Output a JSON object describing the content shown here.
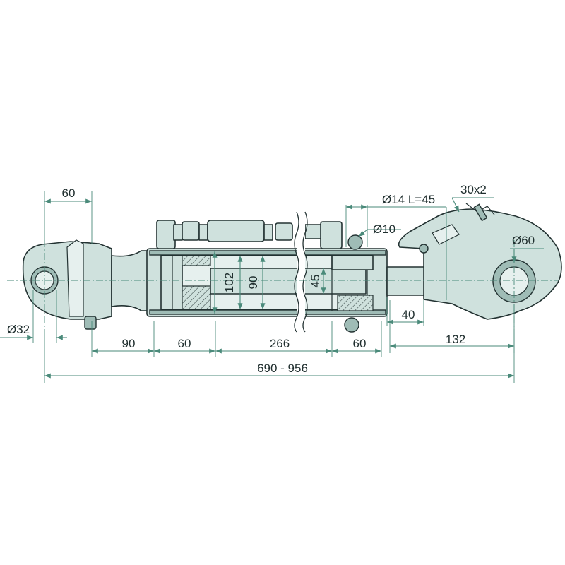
{
  "dimensions": {
    "eye_spacing": "60",
    "eye_diameter": "Ø32",
    "front_length": "90",
    "hose_offset": "60",
    "cylinder_length": "266",
    "rear_length": "60",
    "overall_length": "690 - 956",
    "rod_offset": "40",
    "hook_length": "132",
    "bore": "102",
    "stroke_bore": "90",
    "rod_diameter": "45",
    "pin_spec": "Ø14  L=45",
    "hook_spec": "30x2",
    "hook_ring": "Ø60",
    "port_diameter": "Ø10"
  },
  "colors": {
    "body": "#cfe1dd",
    "dimension_lines": "#4a8a7a",
    "outline": "#233232"
  }
}
